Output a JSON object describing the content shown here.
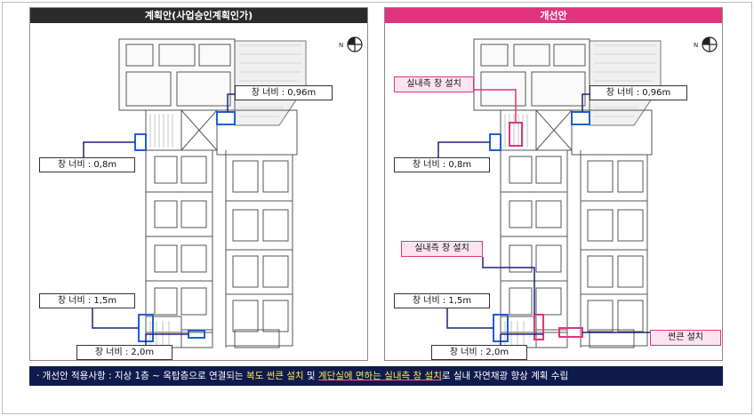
{
  "left_panel": {
    "title": "계획안(사업승인계획인가)",
    "callouts": {
      "w096": "창 너비 : 0,96m",
      "w08": "창 너비 : 0,8m",
      "w15": "창 너비 : 1,5m",
      "w20": "창 너비 : 2,0m"
    },
    "compass": "N"
  },
  "right_panel": {
    "title": "개선안",
    "callouts": {
      "w096": "창 너비 : 0,96m",
      "w08": "창 너비 : 0,8m",
      "w15": "창 너비 : 1,5m",
      "w20": "창 너비 : 2,0m"
    },
    "pink_labels": {
      "indoor_top": "실내측 창 설치",
      "indoor_mid": "실내측 창 설치",
      "transom": "썬큰 설치"
    },
    "compass": "N"
  },
  "summary": {
    "prefix": "· 개선안 적용사항 : 지상 1층 ~ 옥탑층으로 연결되는 ",
    "hl1": "복도 썬큰 설치",
    "mid": " 및 ",
    "hl2": "계단실에 면하는 실내측 창 설치",
    "suffix": "로 실내 자연채광 향상 계획 수립"
  },
  "colors": {
    "blue_box": "#1f5fd6",
    "pink_box": "#e0357e",
    "leader_line": "#1a237e",
    "summary_bg": "#0f1b4c",
    "summary_highlight": "#ffe84d"
  }
}
